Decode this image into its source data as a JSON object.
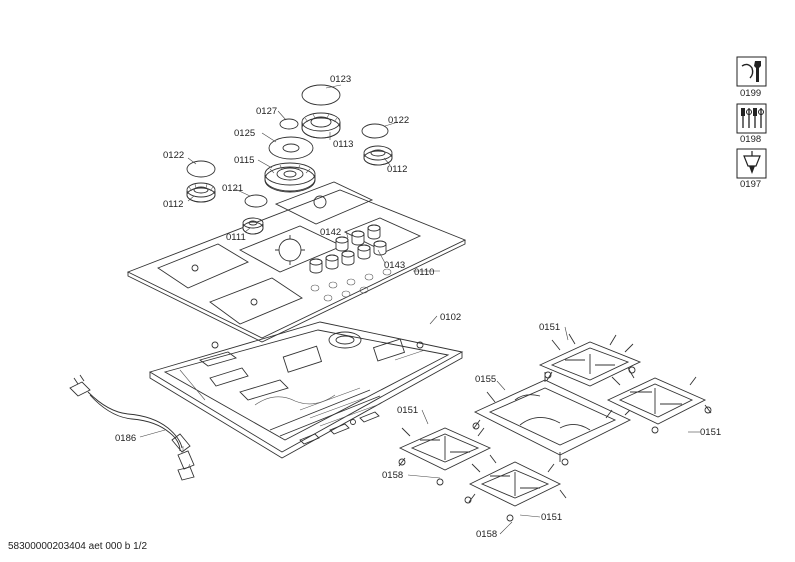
{
  "footer_text": "58300000203404 aet 000 b 1/2",
  "part_labels": {
    "p0123": "0123",
    "p0127": "0127",
    "p0125": "0125",
    "p0113": "0113",
    "p0122a": "0122",
    "p0122b": "0122",
    "p0112a": "0112",
    "p0112b": "0112",
    "p0115": "0115",
    "p0121": "0121",
    "p0111": "0111",
    "p0142": "0142",
    "p0143": "0143",
    "p0110": "0110",
    "p0102": "0102",
    "p0186": "0186",
    "p0151a": "0151",
    "p0151b": "0151",
    "p0151c": "0151",
    "p0151d": "0151",
    "p0155": "0155",
    "p0158a": "0158",
    "p0158b": "0158"
  },
  "toolbox": [
    {
      "code": "0199",
      "icon": "wrench-icon"
    },
    {
      "code": "0198",
      "icon": "screwdriver-set-icon"
    },
    {
      "code": "0197",
      "icon": "grease-tube-icon"
    }
  ]
}
